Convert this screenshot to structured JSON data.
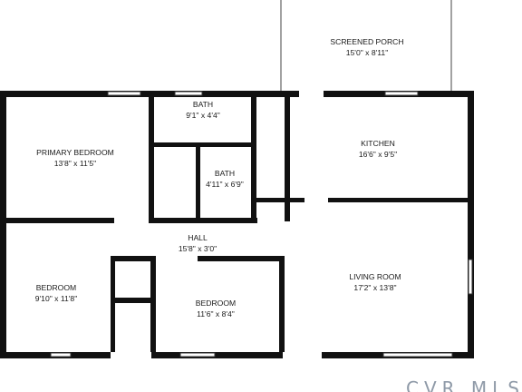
{
  "rooms": {
    "screened_porch": {
      "name": "SCREENED PORCH",
      "dims": "15'0\" x 8'11\""
    },
    "primary_bedroom": {
      "name": "PRIMARY BEDROOM",
      "dims": "13'8\" x 11'5\""
    },
    "bath_1": {
      "name": "BATH",
      "dims": "9'1\" x 4'4\""
    },
    "bath_2": {
      "name": "BATH",
      "dims": "4'11\" x 6'9\""
    },
    "kitchen": {
      "name": "KITCHEN",
      "dims": "16'6\" x 9'5\""
    },
    "hall": {
      "name": "HALL",
      "dims": "15'8\" x 3'0\""
    },
    "bedroom_left": {
      "name": "BEDROOM",
      "dims": "9'10\" x 11'8\""
    },
    "bedroom_mid": {
      "name": "BEDROOM",
      "dims": "11'6\" x 8'4\""
    },
    "living_room": {
      "name": "LIVING ROOM",
      "dims": "17'2\" x 13'8\""
    }
  },
  "logo": {
    "text": "CVR MLS",
    "icon": "location-pin-icon"
  },
  "colors": {
    "wall": "#111111",
    "logo": "#8f9aa8"
  }
}
